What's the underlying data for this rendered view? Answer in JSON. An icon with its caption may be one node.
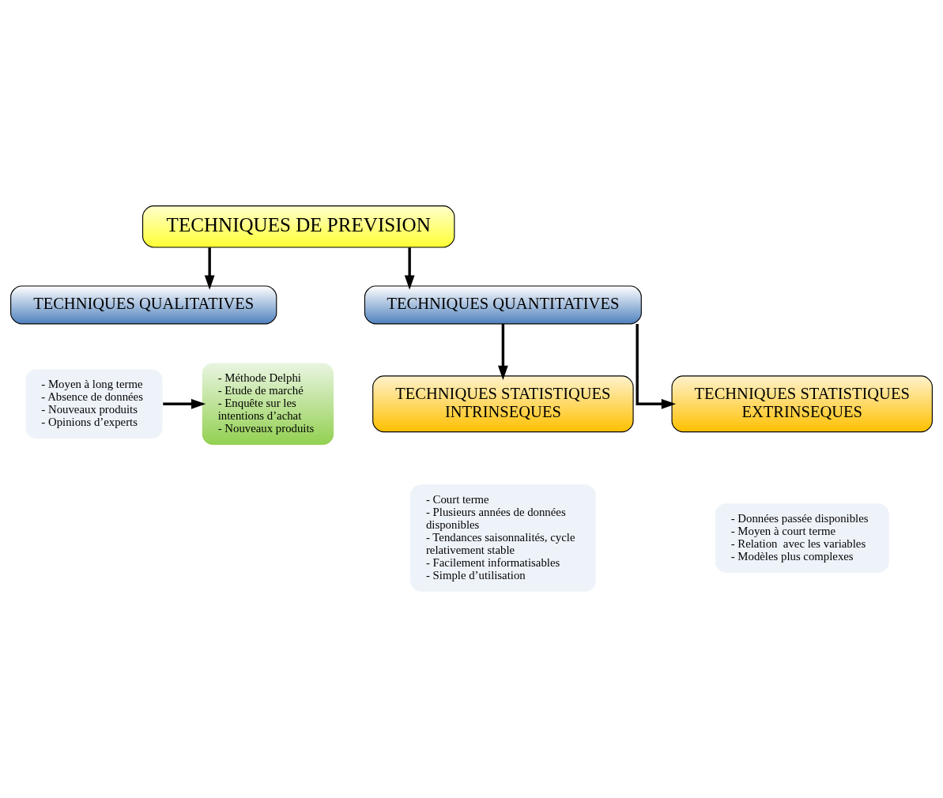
{
  "diagram": {
    "nodes": [
      {
        "text": [
          "TECHNIQUES DE PREVISION"
        ]
      },
      {
        "text": [
          "TECHNIQUES QUALITATIVES"
        ]
      },
      {
        "text": [
          "TECHNIQUES QUANTITATIVES"
        ]
      },
      {
        "text": [
          "- Moyen à long terme",
          "- Absence de données",
          "- Nouveaux produits",
          "- Opinions d’experts"
        ]
      },
      {
        "text": [
          "- Méthode Delphi",
          "- Etude de marché",
          "- Enquête sur les intentions d’achat",
          "- Nouveaux produits"
        ]
      },
      {
        "text": [
          "TECHNIQUES STATISTIQUES INTRINSEQUES"
        ]
      },
      {
        "text": [
          "TECHNIQUES STATISTIQUES EXTRINSEQUES"
        ]
      },
      {
        "text": [
          "- Court terme",
          "- Plusieurs années de données disponibles",
          "- Tendances saisonnalités, cycle relativement stable",
          "- Facilement informatisables",
          "- Simple d’utilisation"
        ]
      },
      {
        "text": [
          "- Données passée disponibles",
          "- Moyen à court terme",
          "- Relation  avec les variables",
          "- Modèles plus complexes"
        ]
      }
    ],
    "edges": [
      {
        "from": 0,
        "to": 1,
        "arrow": "to"
      },
      {
        "from": 0,
        "to": 2,
        "arrow": "to"
      },
      {
        "from": 3,
        "to": 4,
        "arrow": "to"
      },
      {
        "from": 2,
        "to": 5,
        "arrow": "to"
      },
      {
        "from": 2,
        "to": 6,
        "arrow": "to"
      }
    ]
  }
}
